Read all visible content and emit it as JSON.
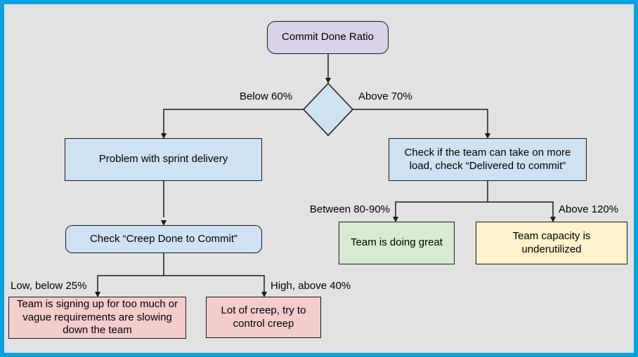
{
  "diagram": {
    "type": "flowchart",
    "topic": "Commit Done Ratio decision tree"
  },
  "palette": {
    "frame_border": "#0aa1e0",
    "canvas_background": "#e2e2e2",
    "shape_border": "#1a1a1a",
    "start_fill": "#d9d2e9",
    "decision_fill": "#cfe2f3",
    "process_fill": "#cfe2f3",
    "problem_fill": "#f4cccc",
    "success_fill": "#d9ead3",
    "caution_fill": "#fff2cc"
  },
  "nodes": {
    "start": {
      "label": "Commit Done Ratio",
      "fill": "#d9d2e9",
      "shape": "rounded-rect"
    },
    "decision": {
      "label": "",
      "fill": "#cfe2f3",
      "shape": "diamond"
    },
    "problem": {
      "label": "Problem with sprint delivery",
      "fill": "#cfe2f3",
      "shape": "rect"
    },
    "check_load": {
      "label": "Check if the team can take on more load, check “Delivered to commit”",
      "fill": "#cfe2f3",
      "shape": "rect"
    },
    "check_creep": {
      "label": "Check “Creep Done to Commit”",
      "fill": "#cfe2f3",
      "shape": "rounded-rect"
    },
    "too_much": {
      "label": "Team is signing up for too much or vague requirements are slowing down the team",
      "fill": "#f4cccc",
      "shape": "rect"
    },
    "lot_creep": {
      "label": "Lot of creep, try to control creep",
      "fill": "#f4cccc",
      "shape": "rect"
    },
    "doing_great": {
      "label": "Team is doing great",
      "fill": "#d9ead3",
      "shape": "rect"
    },
    "underutilized": {
      "label": "Team capacity is underutilized",
      "fill": "#fff2cc",
      "shape": "rect"
    }
  },
  "edge_labels": {
    "below_60": "Below 60%",
    "above_70": "Above 70%",
    "between_80_90": "Between 80-90%",
    "above_120": "Above 120%",
    "low_below_25": "Low, below 25%",
    "high_above_40": "High, above 40%"
  }
}
